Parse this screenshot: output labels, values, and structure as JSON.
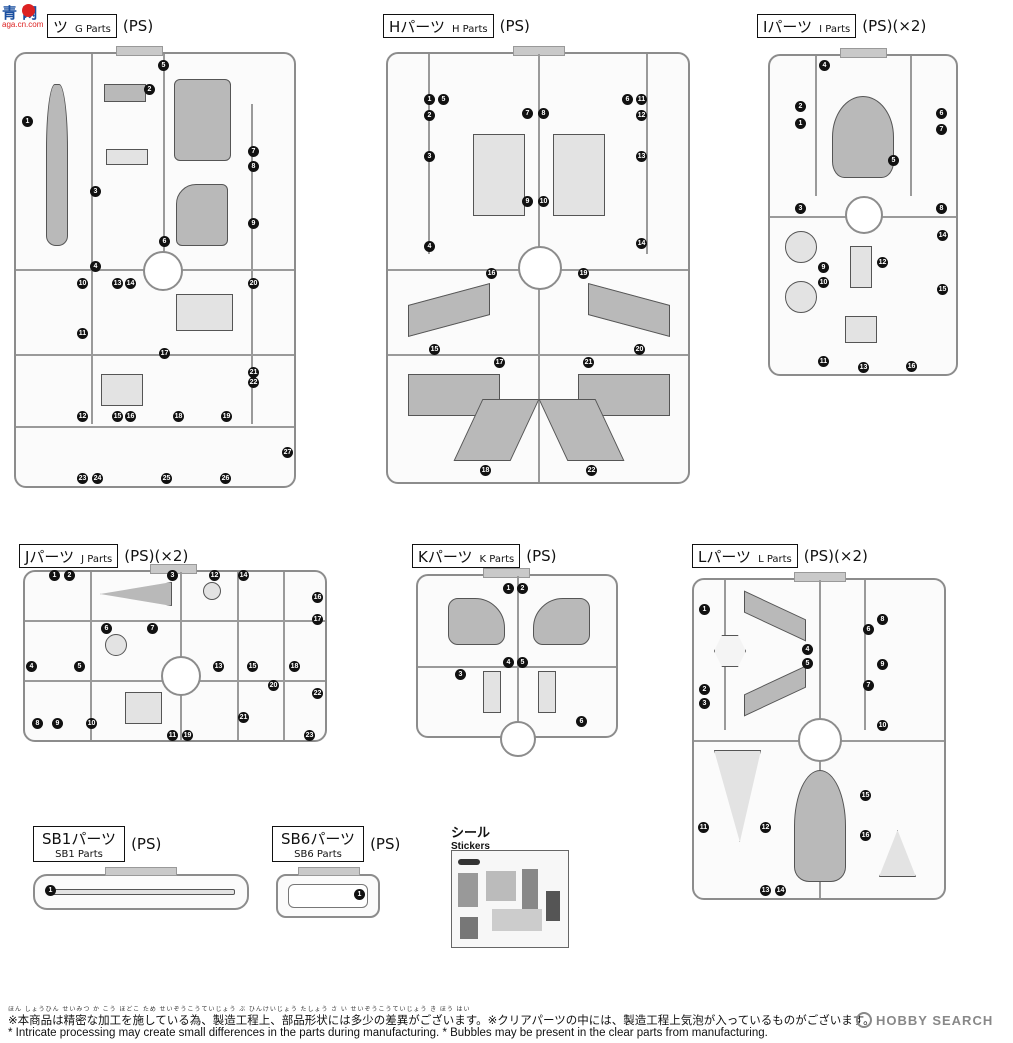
{
  "site_logo": {
    "text": "青 网",
    "sub": "aga.cn.com"
  },
  "runners": [
    {
      "id": "G",
      "jp": "ツ",
      "en": "G Parts",
      "suffix": "(PS)"
    },
    {
      "id": "H",
      "jp": "Hパーツ",
      "en": "H Parts",
      "suffix": "(PS)"
    },
    {
      "id": "I",
      "jp": "Iパーツ",
      "en": "I Parts",
      "suffix": "(PS)(×2)"
    },
    {
      "id": "J",
      "jp": "Jパーツ",
      "en": "J Parts",
      "suffix": "(PS)(×2)"
    },
    {
      "id": "K",
      "jp": "Kパーツ",
      "en": "K Parts",
      "suffix": "(PS)"
    },
    {
      "id": "L",
      "jp": "Lパーツ",
      "en": "L Parts",
      "suffix": "(PS)(×2)"
    },
    {
      "id": "SB1",
      "jp": "SB1パーツ",
      "en": "SB1 Parts",
      "suffix": "(PS)"
    },
    {
      "id": "SB6",
      "jp": "SB6パーツ",
      "en": "SB6 Parts",
      "suffix": "(PS)"
    }
  ],
  "stickers": {
    "jp": "シール",
    "en": "Stickers"
  },
  "numbers": {
    "G": [
      "1",
      "2",
      "3",
      "4",
      "5",
      "6",
      "7",
      "8",
      "9",
      "10",
      "11",
      "12",
      "13",
      "14",
      "15",
      "16",
      "17",
      "18",
      "19",
      "20",
      "21",
      "22",
      "23",
      "24",
      "25",
      "26",
      "27"
    ],
    "H": [
      "1",
      "2",
      "3",
      "4",
      "5",
      "6",
      "7",
      "8",
      "9",
      "10",
      "11",
      "12",
      "13",
      "14",
      "15",
      "16",
      "17",
      "18",
      "19",
      "20",
      "21",
      "22"
    ],
    "I": [
      "1",
      "2",
      "3",
      "4",
      "5",
      "6",
      "7",
      "8",
      "9",
      "10",
      "11",
      "12",
      "13",
      "14",
      "15",
      "16"
    ],
    "J": [
      "1",
      "2",
      "3",
      "4",
      "5",
      "6",
      "7",
      "8",
      "9",
      "10",
      "11",
      "12",
      "13",
      "14",
      "15",
      "16",
      "17",
      "18",
      "19",
      "20",
      "21",
      "22",
      "23"
    ],
    "K": [
      "1",
      "2",
      "3",
      "4",
      "5",
      "6"
    ],
    "L": [
      "1",
      "2",
      "3",
      "4",
      "5",
      "6",
      "7",
      "8",
      "9",
      "10",
      "11",
      "12",
      "13",
      "14",
      "15",
      "16"
    ],
    "SB1": [
      "1"
    ],
    "SB6": [
      "1"
    ]
  },
  "notes": {
    "jp": "※本商品は精密な加工を施している為、製造工程上、部品形状には多少の差異がございます。※クリアパーツの中には、製造工程上気泡が入っているものがございます。",
    "en": "* Intricate processing may create small differences in the parts during manufacturing. * Bubbles may be present in the clear parts from manufacturing."
  },
  "watermark": {
    "text": "HOBBY SEARCH"
  }
}
